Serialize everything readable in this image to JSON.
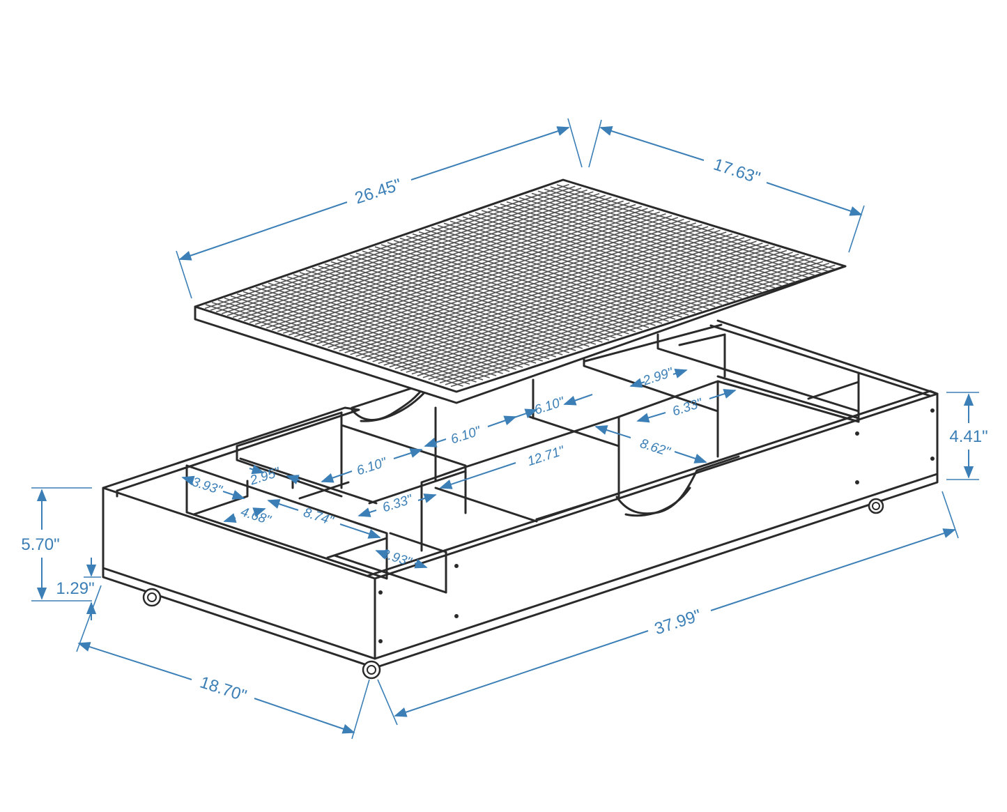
{
  "dimensions": {
    "lid_length": "26.45\"",
    "lid_width": "17.63\"",
    "tray_length": "37.99\"",
    "tray_width": "18.70\"",
    "tray_height": "5.70\"",
    "wheel_height": "1.29\"",
    "side_height": "4.41\"",
    "comp_a": "6.10\"",
    "comp_b": "6.10\"",
    "comp_c": "6.10\"",
    "comp_d": "2.99\"",
    "comp_e": "6.33\"",
    "comp_f": "8.62\"",
    "comp_g": "12.71\"",
    "comp_h": "6.33\"",
    "comp_i": "2.95\"",
    "comp_j": "3.93\"",
    "comp_k": "4.68\"",
    "comp_l": "8.74\"",
    "comp_m": "3.93\""
  },
  "colors": {
    "dimension": "#3b7fb6",
    "outline": "#2a2a2a"
  }
}
